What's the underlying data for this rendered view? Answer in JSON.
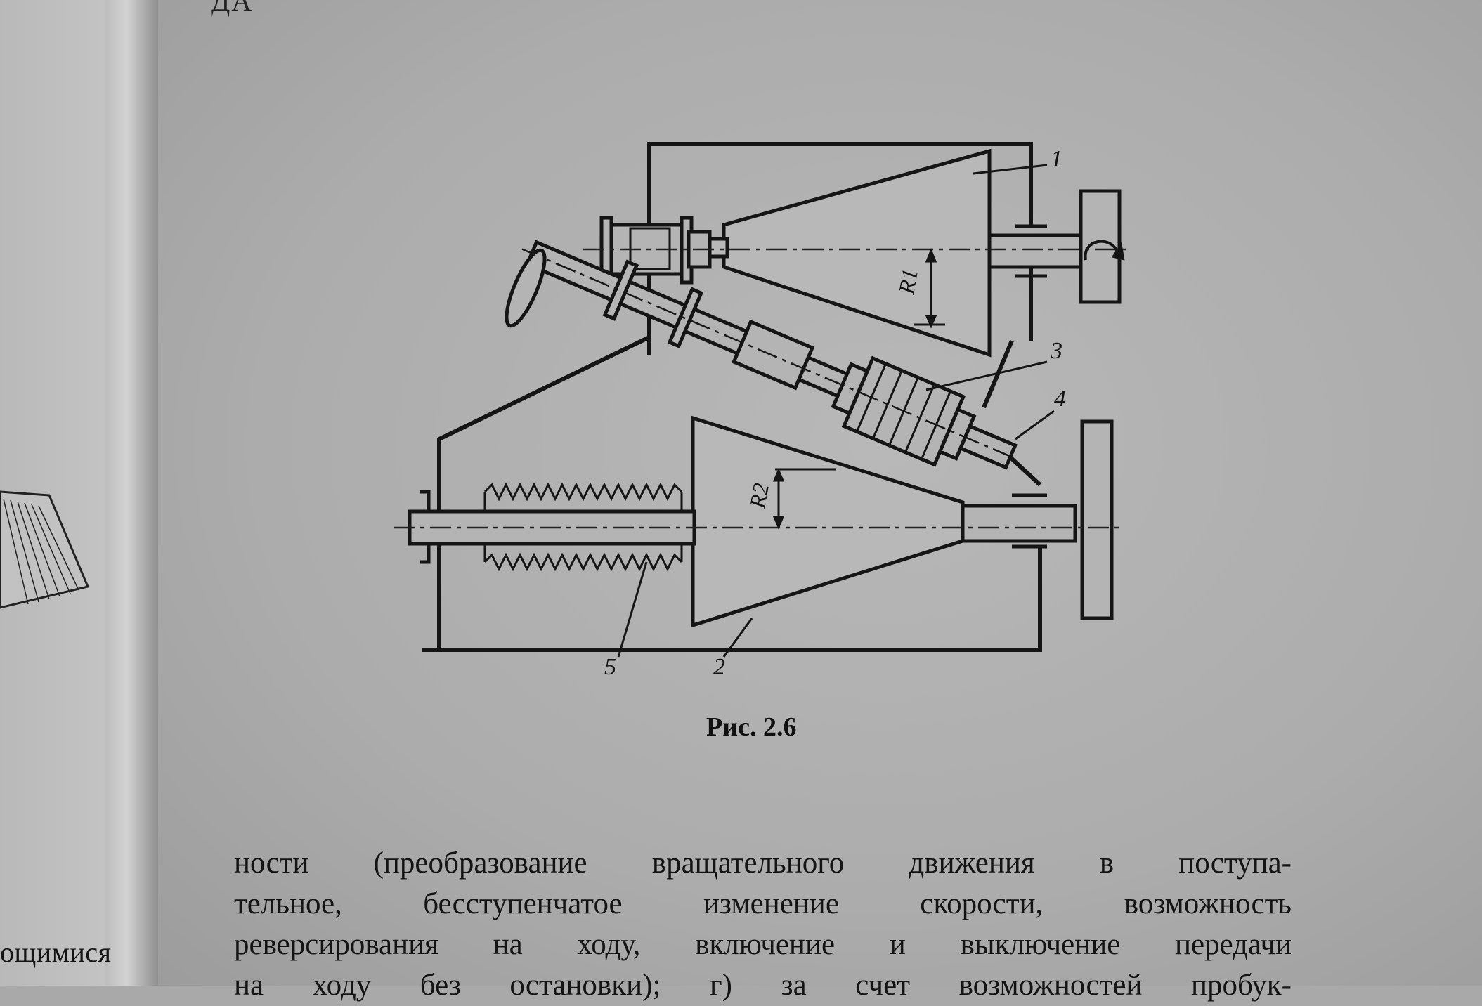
{
  "figure": {
    "caption": "Рис. 2.6",
    "callouts": [
      "1",
      "2",
      "3",
      "4",
      "5"
    ],
    "radius_labels": [
      "R1",
      "R2"
    ]
  },
  "left_page": {
    "fragment": "ощимися"
  },
  "top_fragment": "ДА",
  "body_lines": [
    "ности (преобразование вращательного движения в поступа-",
    "тельное, бесступенчатое изменение скорости, возможность",
    "реверсирования на ходу, включение и выключение передачи",
    "на ходу без остановки); г) за счет возможностей пробук-"
  ]
}
